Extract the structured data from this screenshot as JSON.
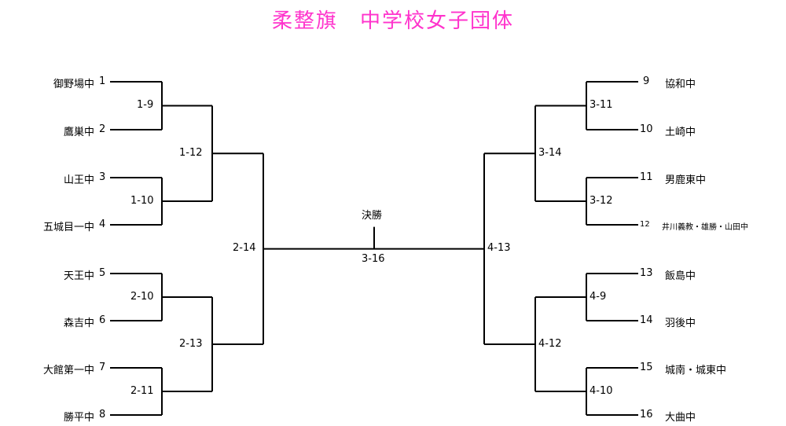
{
  "title": "柔整旗　中学校女子団体",
  "colors": {
    "title": "#ff33cc",
    "line": "#000000"
  },
  "final": {
    "label": "決勝",
    "match": "3-16"
  },
  "left_teams": [
    {
      "num": "1",
      "name": "御野場中"
    },
    {
      "num": "2",
      "name": "鷹巣中"
    },
    {
      "num": "3",
      "name": "山王中"
    },
    {
      "num": "4",
      "name": "五城目一中"
    },
    {
      "num": "5",
      "name": "天王中"
    },
    {
      "num": "6",
      "name": "森吉中"
    },
    {
      "num": "7",
      "name": "大館第一中"
    },
    {
      "num": "8",
      "name": "勝平中"
    }
  ],
  "right_teams": [
    {
      "num": "9",
      "name": "協和中"
    },
    {
      "num": "10",
      "name": "土崎中"
    },
    {
      "num": "11",
      "name": "男鹿東中"
    },
    {
      "num": "12",
      "name": "井川義教・雄勝・山田中"
    },
    {
      "num": "13",
      "name": "飯島中"
    },
    {
      "num": "14",
      "name": "羽後中"
    },
    {
      "num": "15",
      "name": "城南・城東中"
    },
    {
      "num": "16",
      "name": "大曲中"
    }
  ],
  "left_r1": [
    "1-9",
    "1-10",
    "2-10",
    "2-11"
  ],
  "left_r2": [
    "1-12",
    "2-13"
  ],
  "left_r3": "2-14",
  "right_r1": [
    "3-11",
    "3-12",
    "4-9",
    "4-10"
  ],
  "right_r2": [
    "3-14",
    "4-12"
  ],
  "right_r3": "4-13"
}
